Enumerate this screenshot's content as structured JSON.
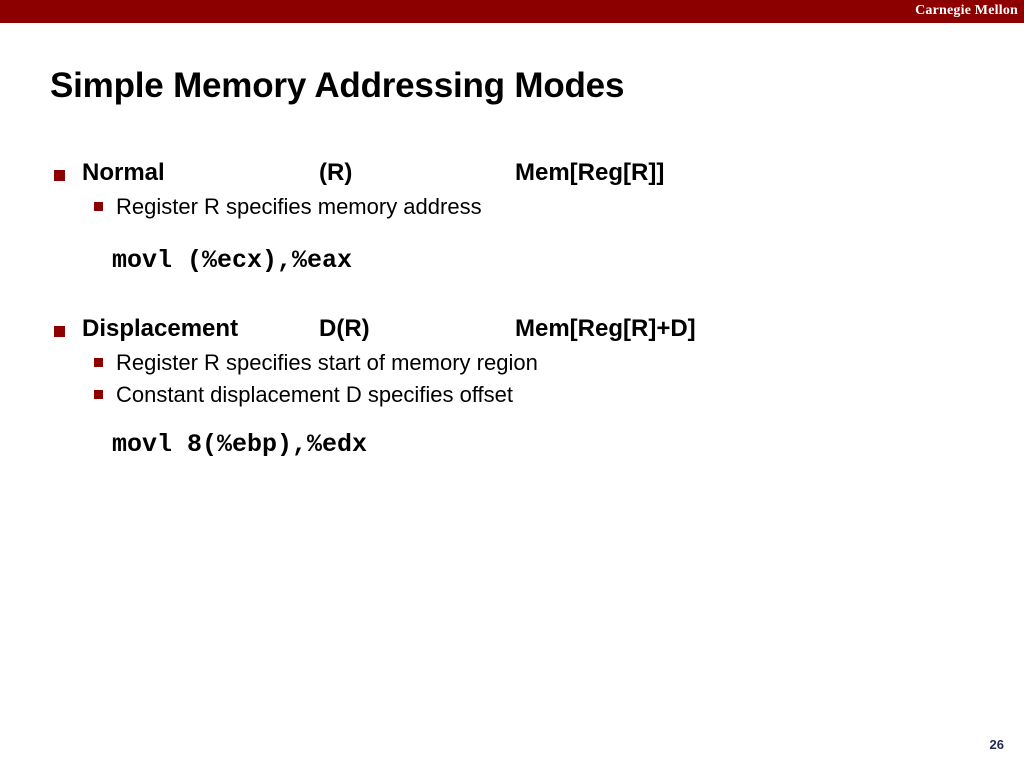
{
  "banner": {
    "label": "Carnegie Mellon",
    "color": "#8C0000"
  },
  "title": "Simple Memory Addressing Modes",
  "content": [
    {
      "kind": "level1",
      "name": "normal-mode",
      "col_a": "Normal",
      "col_b": "(R)",
      "col_c": "Mem[Reg[R]]"
    },
    {
      "kind": "level2",
      "name": "normal-mode-detail",
      "text": "Register R specifies memory address"
    },
    {
      "kind": "code",
      "name": "normal-mode-example",
      "text": "movl (%ecx),%eax"
    },
    {
      "kind": "level1",
      "name": "displacement-mode",
      "col_a": "Displacement",
      "col_b": "D(R)",
      "col_c": "Mem[Reg[R]+D]"
    },
    {
      "kind": "level2",
      "name": "displacement-mode-detail-1",
      "text": "Register R specifies start of memory region"
    },
    {
      "kind": "level2",
      "name": "displacement-mode-detail-2",
      "text": "Constant displacement D specifies offset"
    },
    {
      "kind": "code",
      "name": "displacement-mode-example",
      "text": "movl 8(%ebp),%edx"
    }
  ],
  "slide_number": "26"
}
